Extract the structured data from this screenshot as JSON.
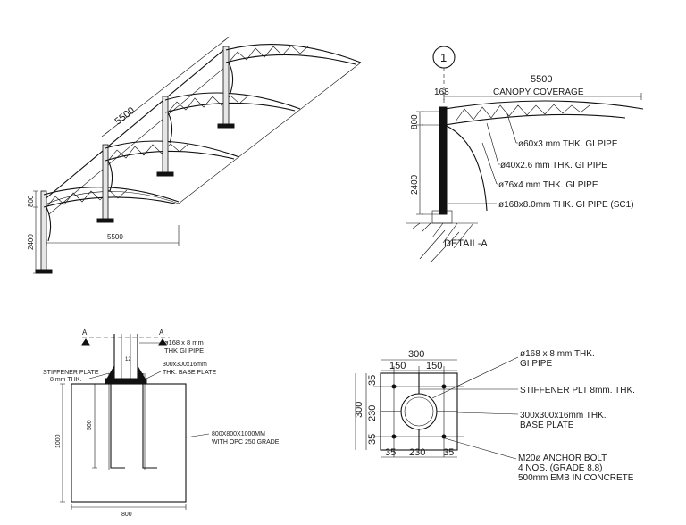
{
  "iso": {
    "dim_span": "5500",
    "dim_bay": "5500",
    "dim_800": "800",
    "dim_2400": "2400"
  },
  "elevation": {
    "grid_id": "1",
    "dim_span": "5500",
    "dim_168": "168",
    "coverage": "CANOPY COVERAGE",
    "dim_800": "800",
    "dim_2400": "2400",
    "detail": "DETAIL-A",
    "callouts": [
      "ø60x3 mm THK. GI PIPE",
      "ø40x2.6 mm THK. GI PIPE",
      "ø76x4 mm THK. GI PIPE",
      "ø168x8.0mm THK. GI PIPE (SC1)"
    ]
  },
  "section": {
    "sec_mark_left": "A",
    "sec_mark_right": "A",
    "pipe_line1": "ø168 x 8 mm",
    "pipe_line2": "THK GI PIPE",
    "stiffener_line1": "STIFFENER PLATE",
    "stiffener_line2": "8 mm THK.",
    "base_line1": "300x300x16mm",
    "base_line2": "THK. BASE PLATE",
    "footing_line1": "800X800X1000MM",
    "footing_line2": "WITH OPC 250 GRADE",
    "dim_500": "500",
    "dim_1000": "1000",
    "dim_800": "800",
    "dim_12": "12"
  },
  "plan": {
    "dim_300_top": "300",
    "dim_150_left": "150",
    "dim_150_right": "150",
    "dim_300_side": "300",
    "dim_35_top": "35",
    "dim_230_side": "230",
    "dim_35_bottom": "35",
    "dim_35_left": "35",
    "dim_230_bottom": "230",
    "dim_35_right": "35",
    "pipe_line1": "ø168 x 8 mm THK.",
    "pipe_line2": "GI PIPE",
    "stiffener": "STIFFENER PLT 8mm. THK.",
    "base_line1": "300x300x16mm THK.",
    "base_line2": "BASE PLATE",
    "bolt_line1": "M20ø ANCHOR BOLT",
    "bolt_line2": "4 NOS. (GRADE 8.8)",
    "bolt_line3": "500mm EMB IN CONCRETE"
  }
}
